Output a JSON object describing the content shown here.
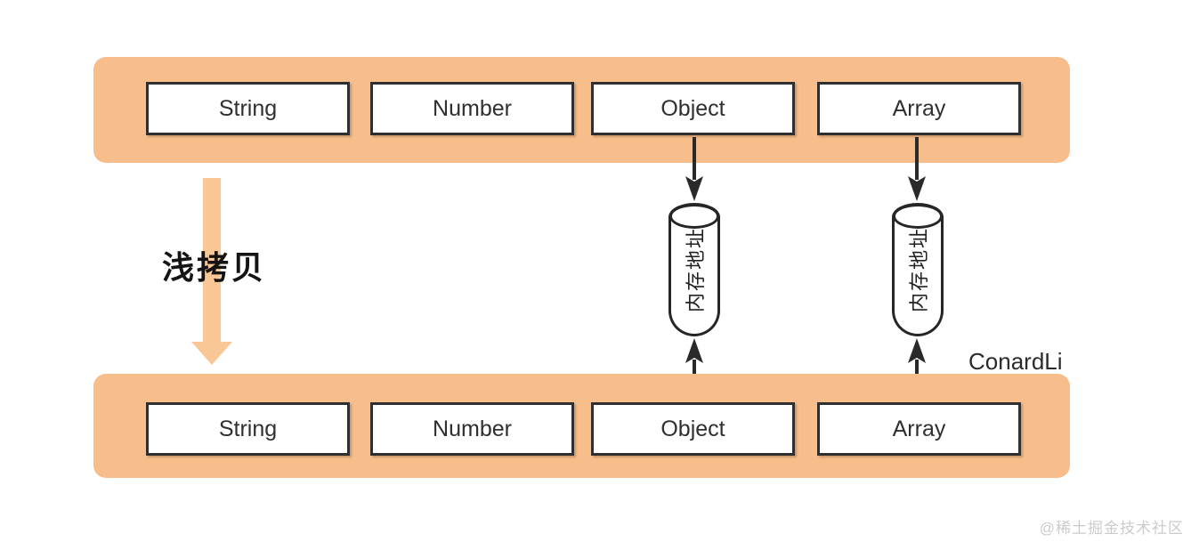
{
  "diagram": {
    "shallow_copy_label": "浅拷贝",
    "author": "ConardLi",
    "watermark": "@稀土掘金技术社区",
    "top_row": [
      "String",
      "Number",
      "Object",
      "Array"
    ],
    "bottom_row": [
      "String",
      "Number",
      "Object",
      "Array"
    ],
    "memory_left_label": "内存地址",
    "memory_right_label": "内存地址",
    "colors": {
      "bar": "#f7bd8a",
      "arrow": "#f8c795",
      "box_border": "#2f2f2f",
      "text": "#2f2f2f"
    }
  }
}
